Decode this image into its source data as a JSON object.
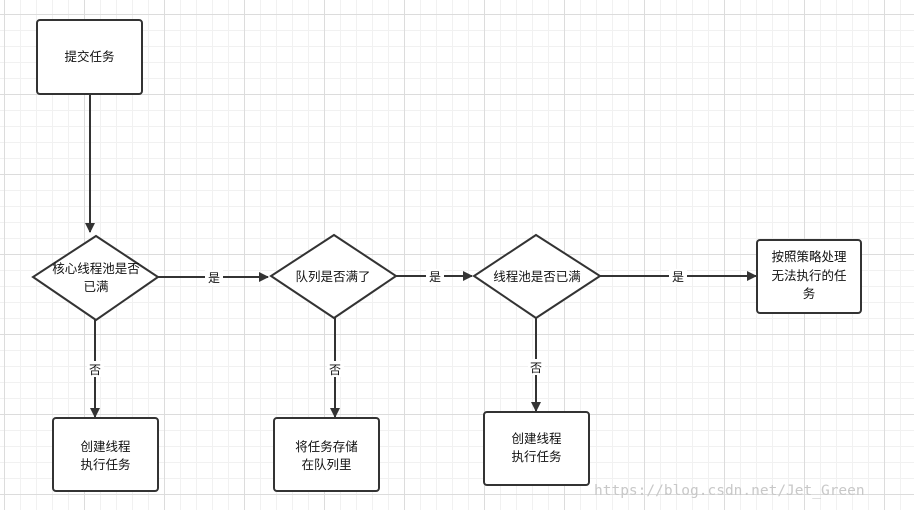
{
  "nodes": {
    "submit": {
      "line1": "提交任务"
    },
    "core_full": {
      "line1": "核心线程池是否",
      "line2": "已满"
    },
    "queue_full": {
      "line1": "队列是否满了"
    },
    "pool_full": {
      "line1": "线程池是否已满"
    },
    "policy": {
      "line1": "按照策略处理",
      "line2": "无法执行的任",
      "line3": "务"
    },
    "create1": {
      "line1": "创建线程",
      "line2": "执行任务"
    },
    "store_queue": {
      "line1": "将任务存储",
      "line2": "在队列里"
    },
    "create2": {
      "line1": "创建线程",
      "line2": "执行任务"
    }
  },
  "edges": {
    "core_to_queue": {
      "label": "是"
    },
    "queue_to_pool": {
      "label": "是"
    },
    "pool_to_policy": {
      "label": "是"
    },
    "core_to_create": {
      "label": "否"
    },
    "queue_to_store": {
      "label": "否"
    },
    "pool_to_create": {
      "label": "否"
    }
  },
  "watermark": {
    "text": "https://blog.csdn.net/Jet_Green"
  },
  "colors": {
    "stroke": "#333333",
    "grid": "#dcdcdc",
    "watermark": "#c8c8c8"
  }
}
